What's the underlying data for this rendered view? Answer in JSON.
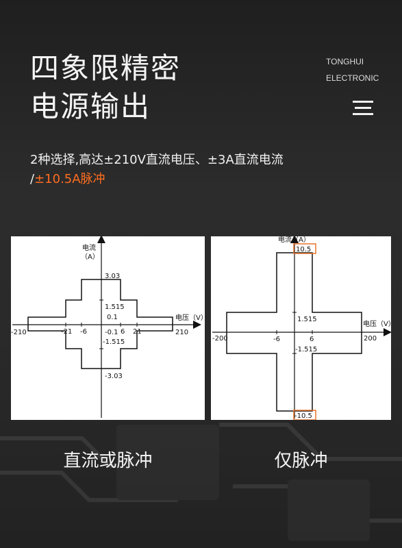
{
  "brand": {
    "line1": "TONGHUI",
    "line2": "ELECTRONIC"
  },
  "title": "四象限精密\n电源输出",
  "subtitle": {
    "line1": "2种选择,高达±210V直流电压、±3A直流电流",
    "slash": "/",
    "highlight": "±10.5A脉冲"
  },
  "colors": {
    "accent": "#ff6d1f",
    "background": "#262626",
    "panel": "#ffffff"
  },
  "icons": {
    "menu": "hamburger-icon"
  },
  "left_diagram": {
    "y_axis_label_1": "电流",
    "y_axis_label_2": "（A）",
    "x_axis_label": "电压（V）",
    "x_ticks": [
      "-210",
      "-21",
      "-6",
      "6",
      "21",
      "210"
    ],
    "y_labels": [
      "3.03",
      "1.515",
      "0.1",
      "-0.1",
      "-1.515",
      "-3.03"
    ],
    "caption": "直流或脉冲"
  },
  "right_diagram": {
    "y_axis_label": "电流（A）",
    "x_axis_label": "电压（V）",
    "x_ticks": [
      "-200",
      "-6",
      "6",
      "200"
    ],
    "y_labels": [
      "10.5",
      "1.515",
      "-1.515",
      "-10.5"
    ],
    "caption": "仅脉冲"
  }
}
